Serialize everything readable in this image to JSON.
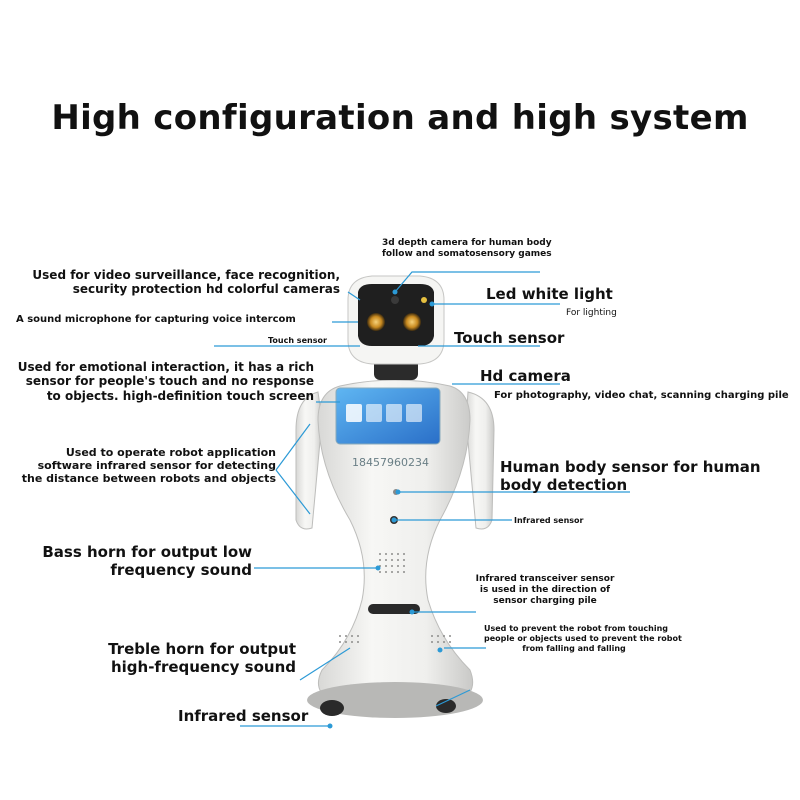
{
  "title": "High configuration and high system",
  "phone_watermark": "18457960234",
  "colors": {
    "leader_line": "#2c9ad6",
    "robot_body": "#f2f2f0",
    "screen": "#3a8fe0",
    "eyes": "#e0a030"
  },
  "labels": {
    "depth_camera": "3d depth camera for human body\nfollow and somatosensory games",
    "video_surveillance": "Used for video surveillance, face recognition,\nsecurity protection hd colorful cameras",
    "led_light": "Led white light",
    "for_lighting": "For lighting",
    "microphone": "A sound microphone for capturing voice intercom",
    "touch_sensor_small": "Touch sensor",
    "touch_sensor": "Touch sensor",
    "emotional": "Used for emotional interaction, it has a rich\nsensor for people's touch and no response\nto objects. high-definition touch screen",
    "hd_camera": "Hd camera",
    "hd_camera_desc": "For photography, video chat, scanning charging pile",
    "operate_app": "Used to operate robot application\nsoftware infrared sensor for detecting\nthe distance between robots and objects",
    "human_body_sensor": "Human body sensor for human\nbody detection",
    "infrared_sensor_small": "Infrared sensor",
    "bass_horn": "Bass horn for output low\nfrequency sound",
    "infrared_transceiver": "Infrared transceiver sensor\nis used in the direction of\nsensor charging pile",
    "prevent_touch": "Used to prevent the robot from touching\npeople or objects used to prevent the robot\nfrom falling and falling",
    "treble_horn": "Treble horn for output\nhigh-frequency sound",
    "infrared_sensor": "Infrared sensor"
  }
}
